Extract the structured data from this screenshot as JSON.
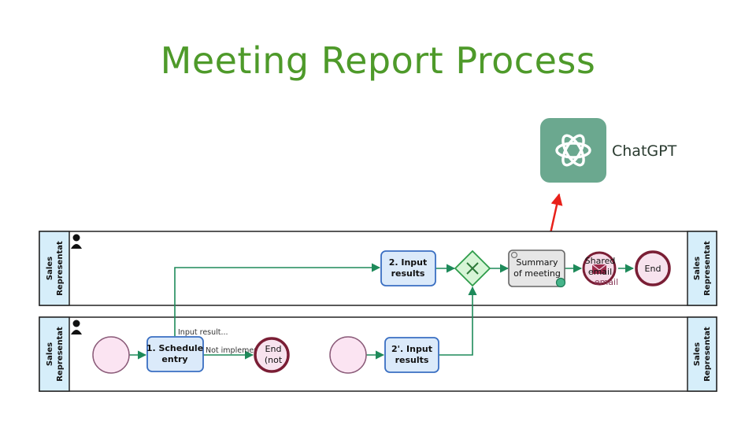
{
  "slide": {
    "title": "Meeting Report Process"
  },
  "chatgpt": {
    "label": "ChatGPT",
    "icon": "openai-logo-icon",
    "tile_color": "#6ba88f"
  },
  "lanes": {
    "top": {
      "left_label_1": "Sales",
      "left_label_2": "Representat",
      "right_label_1": "Sales",
      "right_label_2": "Representat",
      "icon": "person-icon"
    },
    "bottom": {
      "left_label_1": "Sales",
      "left_label_2": "Representat",
      "right_label_1": "Sales",
      "right_label_2": "Representat",
      "icon": "person-icon"
    }
  },
  "tasks": {
    "input_results": {
      "line1": "2. Input",
      "line2": "results"
    },
    "summary": {
      "line1": "Summary",
      "line2": "of meeting"
    },
    "shared_email": {
      "line1": "Shared",
      "line2": "email",
      "sub": "email"
    },
    "schedule_entry": {
      "line1": "1. Schedule",
      "line2": "entry"
    },
    "input_results_alt": {
      "line1": "2'. Input",
      "line2": "results"
    }
  },
  "events": {
    "end_top": {
      "label": "End"
    },
    "end_bottom": {
      "line1": "End",
      "line2": "(not"
    }
  },
  "flows": {
    "input_result_label": "Input result...",
    "not_implemented_label": "Not implemen"
  },
  "colors": {
    "title": "#4e9a2a",
    "flow": "#1e8a5a",
    "arrow_red": "#e8201a",
    "task_fill": "#dbeafa",
    "task_stroke": "#3a6fc2",
    "start_fill": "#fbe4f2",
    "end_stroke": "#7a1e35",
    "gateway_fill": "#d7f5d7",
    "lane_header": "#d6eefa"
  }
}
